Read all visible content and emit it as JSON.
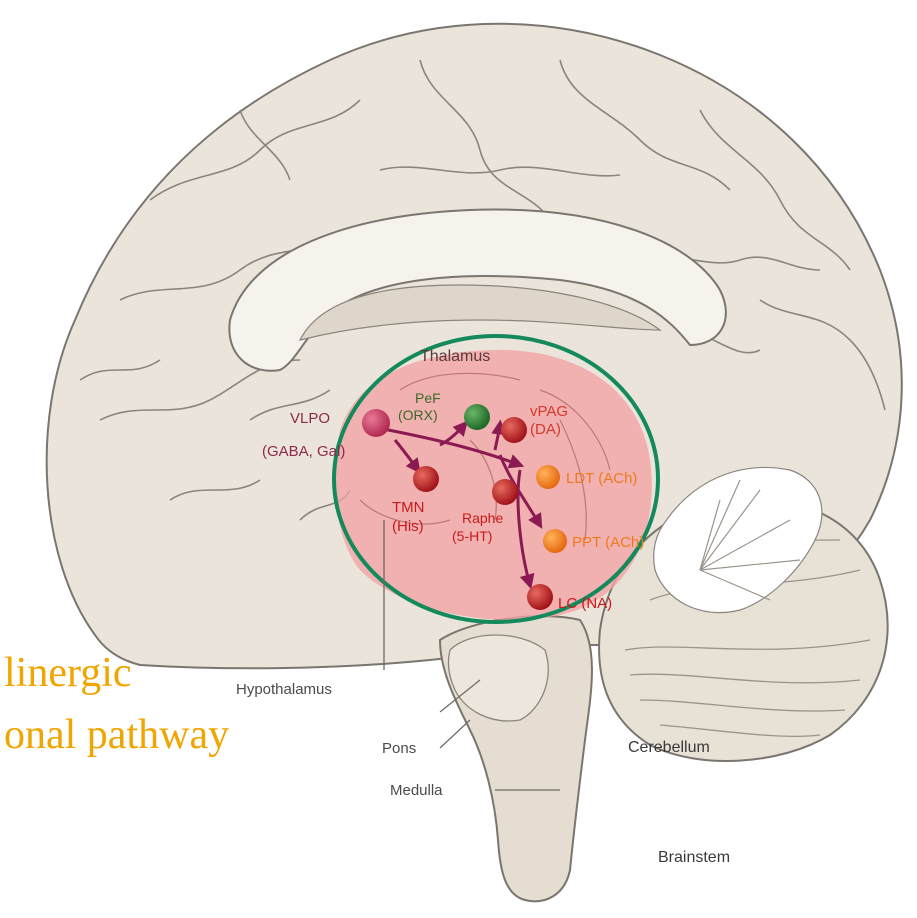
{
  "colors": {
    "slide_text": "#f0a500",
    "circle_stroke": "#148a5c",
    "highlight_fill": "#f2a3a5",
    "brain_fill": "#ebe4da",
    "brain_stroke": "#6e6a63",
    "red_nucleus": "#b5181d",
    "pink_nucleus": "#c5325a",
    "green_nucleus": "#2a7a2f",
    "orange_nucleus": "#f07a1a",
    "pathway": "#8c1a52"
  },
  "slide": {
    "line1": "linergic",
    "line2": "onal pathway"
  },
  "regions": {
    "thalamus": "Thalamus",
    "hypothalamus": "Hypothalamus",
    "pons": "Pons",
    "medulla": "Medulla",
    "cerebellum": "Cerebellum",
    "brainstem": "Brainstem"
  },
  "nuclei": {
    "vlpo": {
      "name": "VLPO",
      "transmitter": "(GABA, Gal)",
      "color": "pink"
    },
    "pef": {
      "name": "PeF",
      "transmitter": "(ORX)",
      "color": "green"
    },
    "vpag": {
      "name": "vPAG",
      "transmitter": "(DA)",
      "color": "red"
    },
    "tmn": {
      "name": "TMN",
      "transmitter": "(His)",
      "color": "red"
    },
    "raphe": {
      "name": "Raphe",
      "transmitter": "(5-HT)",
      "color": "red"
    },
    "ldt": {
      "name": "LDT (ACh)",
      "color": "orange"
    },
    "ppt": {
      "name": "PPT (ACh)",
      "color": "orange"
    },
    "lc": {
      "name": "LC (NA)",
      "color": "red"
    }
  }
}
